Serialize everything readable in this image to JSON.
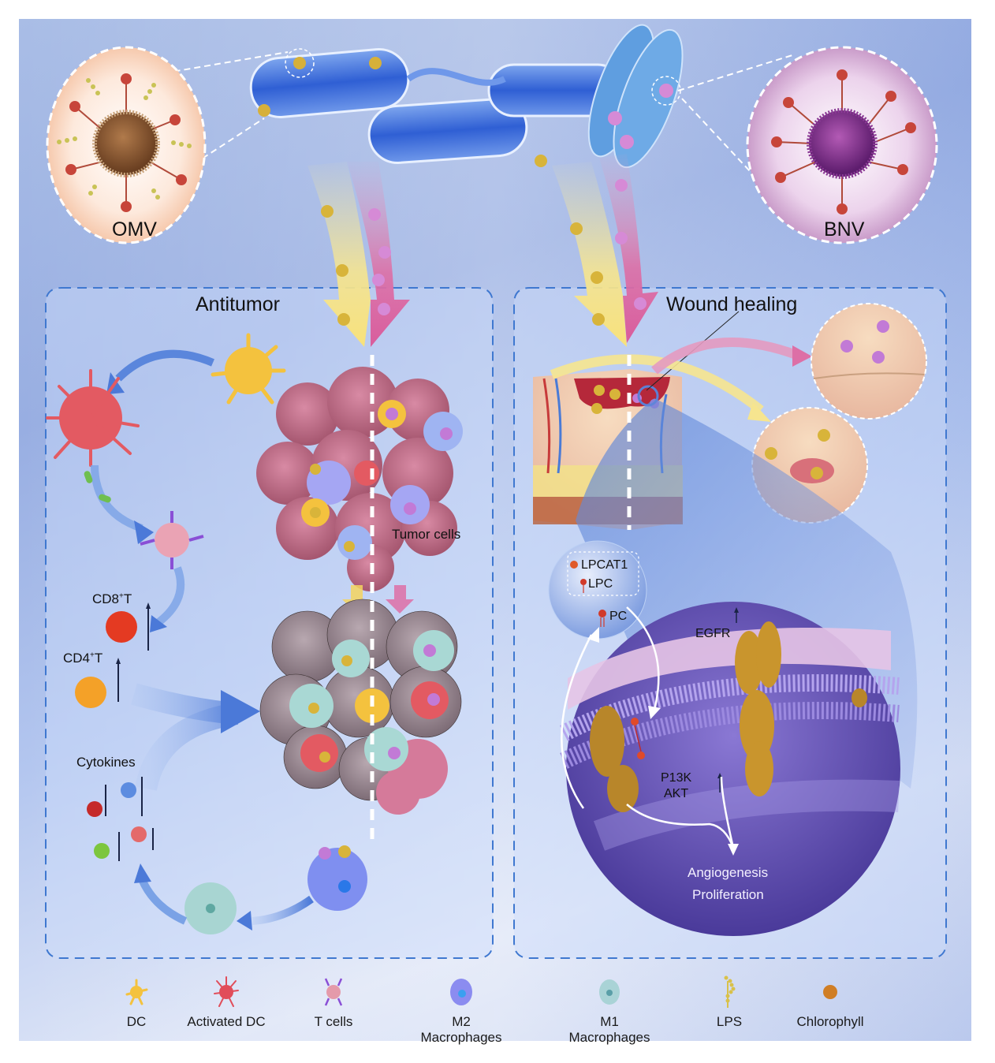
{
  "figure": {
    "top": {
      "left_vesicle_label": "OMV",
      "right_vesicle_label": "BNV"
    },
    "antitumor_panel": {
      "title": "Antitumor",
      "tumor_label": "Tumor cells",
      "cd8_label": "CD8",
      "cd8_sup": "+",
      "cd8_suffix": "T",
      "cd4_label": "CD4",
      "cd4_sup": "+",
      "cd4_suffix": "T",
      "cytokines_label": "Cytokines"
    },
    "wound_panel": {
      "title": "Wound healing",
      "lpcat1_label": "LPCAT1",
      "lpc_label": "LPC",
      "pc_label": "PC",
      "egfr_label": "EGFR",
      "pi3k_label": "P13K",
      "akt_label": "AKT",
      "outcome_line1": "Angiogenesis",
      "outcome_line2": "Proliferation"
    },
    "legend": [
      {
        "icon": "dc-icon",
        "label": "DC"
      },
      {
        "icon": "activated-dc-icon",
        "label": "Activated DC"
      },
      {
        "icon": "t-cell-icon",
        "label": "T cells"
      },
      {
        "icon": "m2-macrophage-icon",
        "label": "M2 Macrophages"
      },
      {
        "icon": "m1-macrophage-icon",
        "label": "M1 Macrophages"
      },
      {
        "icon": "lps-icon",
        "label": "LPS"
      },
      {
        "icon": "chlorophyll-icon",
        "label": "Chlorophyll"
      }
    ],
    "colors": {
      "omv_arrow": "#f6e58f",
      "bnv_arrow": "#dd6fa6",
      "panel_border": "#3f78d0",
      "bacteria": "#3f6fd8",
      "tumor": "#c46a8a",
      "dc": "#f4c23e",
      "activated_dc": "#e14d5a",
      "m2": "#8b8cf0",
      "m1": "#9fd3cf",
      "membrane": "#8a70d6",
      "egfr": "#c9952d"
    }
  }
}
